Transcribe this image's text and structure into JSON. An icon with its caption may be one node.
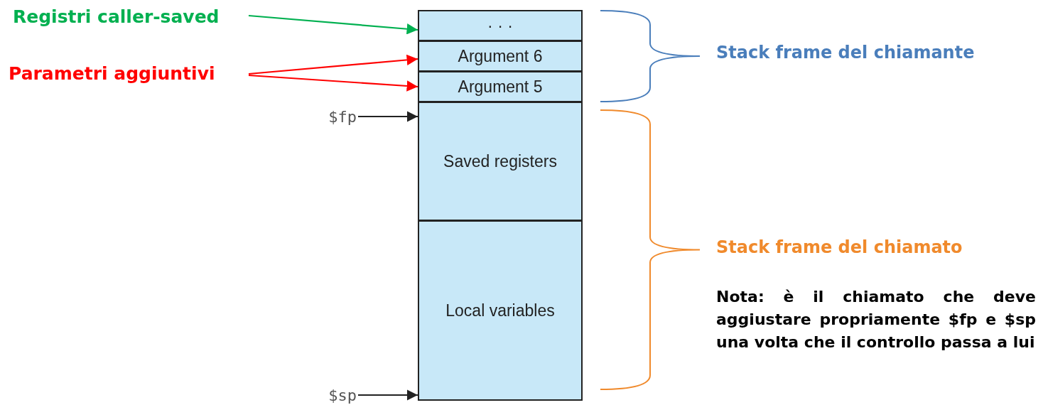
{
  "diagram": {
    "nodes": [
      {
        "text": [
          "Registri caller-saved"
        ]
      },
      {
        "text": [
          "Parametri aggiuntivi"
        ]
      },
      {
        "text": [
          "$fp"
        ]
      },
      {
        "text": [
          "$sp"
        ]
      },
      {
        "text": [
          "· · ·"
        ]
      },
      {
        "text": [
          "Argument 6"
        ]
      },
      {
        "text": [
          "Argument 5"
        ]
      },
      {
        "text": [
          "Saved registers"
        ]
      },
      {
        "text": [
          "Local variables"
        ]
      }
    ],
    "edges": [
      {
        "from": 0,
        "to": 4,
        "arrow": "to",
        "color": "#00b050"
      },
      {
        "from": 1,
        "to": 5,
        "arrow": "to",
        "color": "#ff0000"
      },
      {
        "from": 1,
        "to": 6,
        "arrow": "to",
        "color": "#ff0000"
      },
      {
        "from": 2,
        "to": 7,
        "arrow": "to",
        "color": "#222222"
      },
      {
        "from": 3,
        "to": 8,
        "arrow": "to",
        "color": "#222222"
      }
    ],
    "labels": [
      "Stack frame del chiamante",
      "Stack frame del chiamato",
      "Nota: è il chiamato che deve aggiustare propriamente $fp e $sp una volta che il controllo passa a lui"
    ]
  }
}
